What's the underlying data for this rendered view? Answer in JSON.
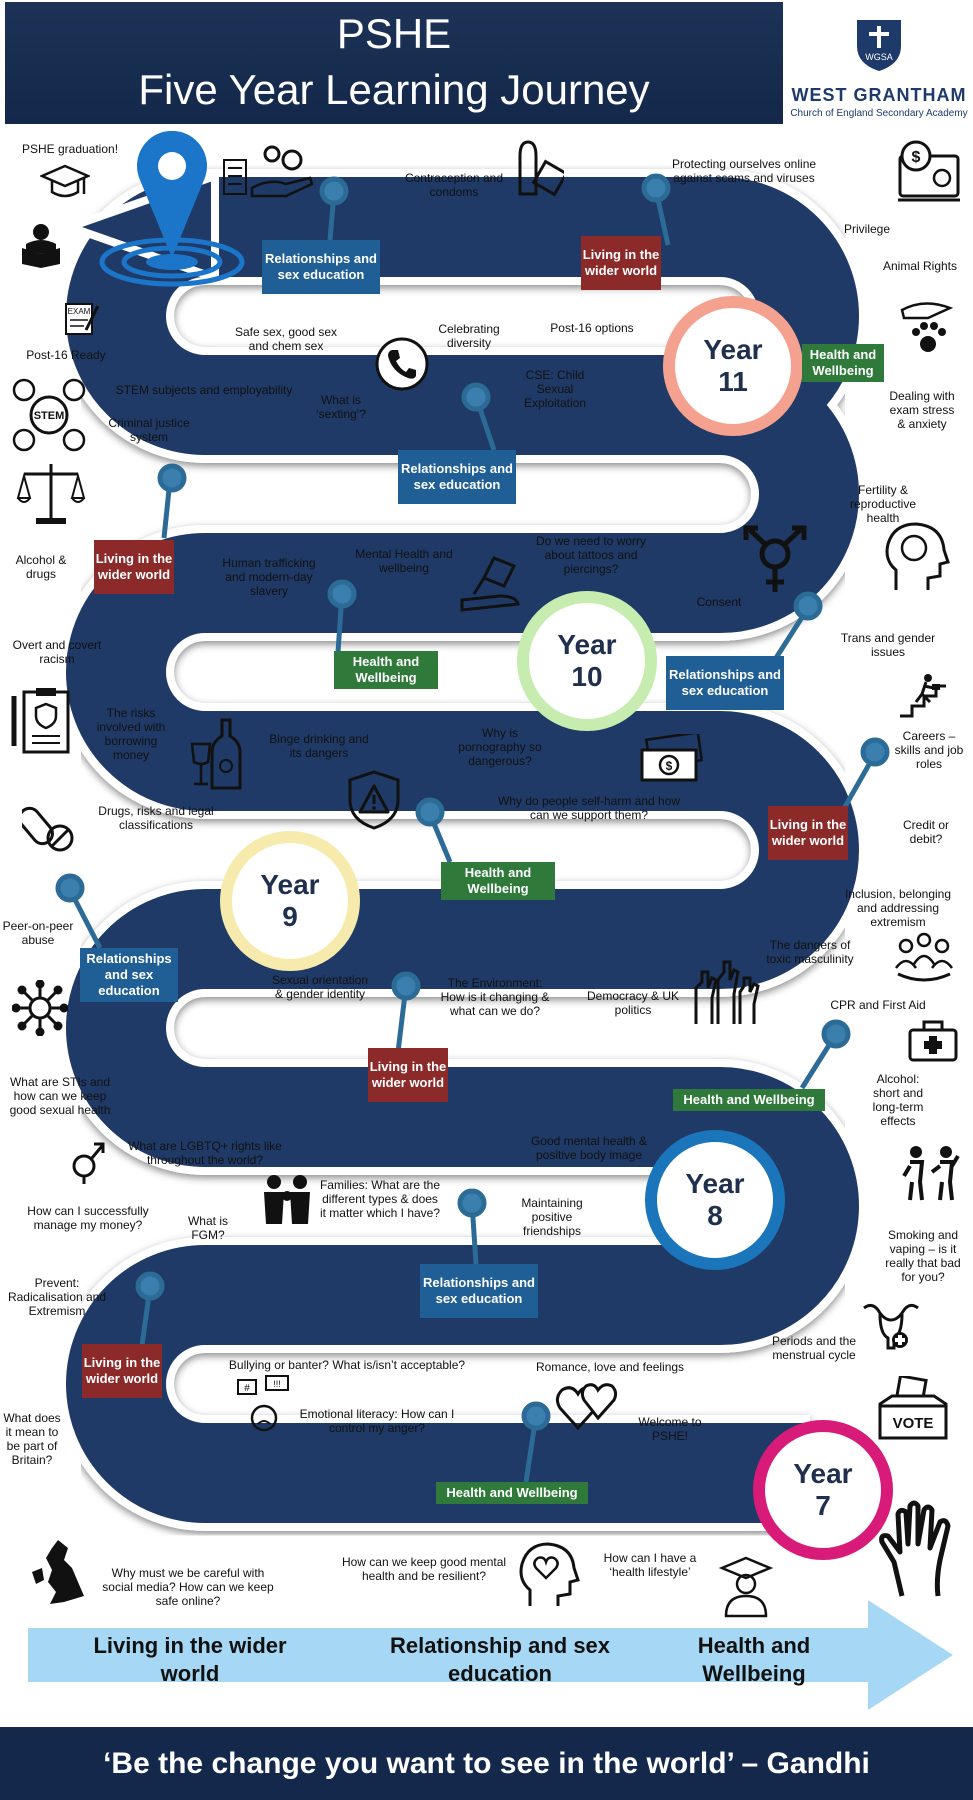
{
  "header": {
    "title_line1": "PSHE",
    "title_line2": "Five Year Learning Journey"
  },
  "school": {
    "name": "WEST GRANTHAM",
    "subtitle": "Church of England Secondary Academy",
    "crest_text": "WGSA"
  },
  "years": {
    "y11_line1": "Year",
    "y11_line2": "11",
    "y10_line1": "Year",
    "y10_line2": "10",
    "y9_line1": "Year",
    "y9_line2": "9",
    "y8_line1": "Year",
    "y8_line2": "8",
    "y7_line1": "Year",
    "y7_line2": "7"
  },
  "tags": {
    "rse": "Relationships and sex education",
    "lww": "Living in the wider world",
    "hw_a": "Health and Wellbeing",
    "hw_b": "Health and Wellbeing"
  },
  "labels": {
    "graduation": "PSHE graduation!",
    "post16_ready": "Post-16 Ready",
    "contraception": "Contraception and condoms",
    "scams": "Protecting ourselves online against scams and viruses",
    "privilege": "Privilege",
    "animal_rights": "Animal Rights",
    "safe_sex": "Safe sex, good sex and chem sex",
    "celebrating": "Celebrating diversity",
    "post16_options": "Post-16 options",
    "stem": "STEM subjects and employability",
    "sexting": "What is ‘sexting’?",
    "cse": "CSE: Child Sexual Exploitation",
    "exam_stress": "Dealing with exam stress & anxiety",
    "criminal": "Criminal justice system",
    "fertility": "Fertility & reproductive health",
    "alcohol_drugs": "Alcohol & drugs",
    "trafficking": "Human trafficking and modern-day slavery",
    "mental_health": "Mental Health and wellbeing",
    "tattoos": "Do we need to worry about tattoos and piercings?",
    "consent": "Consent",
    "racism": "Overt and covert racism",
    "trans": "Trans and gender issues",
    "borrowing": "The risks involved with borrowing money",
    "binge": "Binge drinking and its dangers",
    "porn": "Why is pornography so dangerous?",
    "careers": "Careers – skills and job roles",
    "drugs_class": "Drugs, risks and legal classifications",
    "self_harm": "Why do people self-harm and how can we support them?",
    "credit": "Credit or debit?",
    "inclusion": "Inclusion, belonging and addressing extremism",
    "peer_abuse": "Peer-on-peer abuse",
    "masculinity": "The dangers of toxic masculinity",
    "orientation": "Sexual orientation & gender identity",
    "environment": "The Environment: How is it changing & what can we do?",
    "democracy": "Democracy & UK politics",
    "cpr": "CPR and First Aid",
    "stis": "What are STIs and how can we keep good sexual health",
    "alcohol_short": "Alcohol: short and long-term effects",
    "lgbtq": "What are LGBTQ+ rights like throughout the world?",
    "body_image": "Good mental health & positive body image",
    "money": "How can I successfully manage my money?",
    "fgm": "What is FGM?",
    "families": "Families: What are the different types & does it matter which I have?",
    "friendships": "Maintaining positive friendships",
    "smoking": "Smoking and vaping – is it really that bad for you?",
    "prevent": "Prevent: Radicalisation and Extremism",
    "periods": "Periods and the menstrual cycle",
    "bullying": "Bullying or banter? What is/isn’t acceptable?",
    "romance": "Romance, love and feelings",
    "emotional": "Emotional literacy: How can I control my anger?",
    "britain": "What does it mean to be part of Britain?",
    "welcome": "Welcome to PSHE!",
    "social_media": "Why must we be careful with social media? How can we keep safe online?",
    "resilient": "How can we keep good mental health and be resilient?",
    "healthy": "How can I have a ‘health lifestyle’"
  },
  "icons": {
    "stem_text": "STEM",
    "exam_text": "EXAM",
    "vote_text": "VOTE"
  },
  "legend": {
    "lww": "Living in the wider world",
    "rse": "Relationship and sex education",
    "hw": "Health and Wellbeing"
  },
  "colors": {
    "navy": "#13284a",
    "road": "#1f3a66",
    "rse": "#1f5f95",
    "lww": "#8c2a2a",
    "hw": "#2f7a3b",
    "year11": "#f4a28f",
    "year10": "#c6ecb0",
    "year9": "#f6ebac",
    "year8": "#1b75bb",
    "year7": "#d81b78",
    "legend_arrow": "#a6d8f5"
  },
  "footer": {
    "quote": "‘Be the change you want to see in the world’ – Gandhi"
  }
}
